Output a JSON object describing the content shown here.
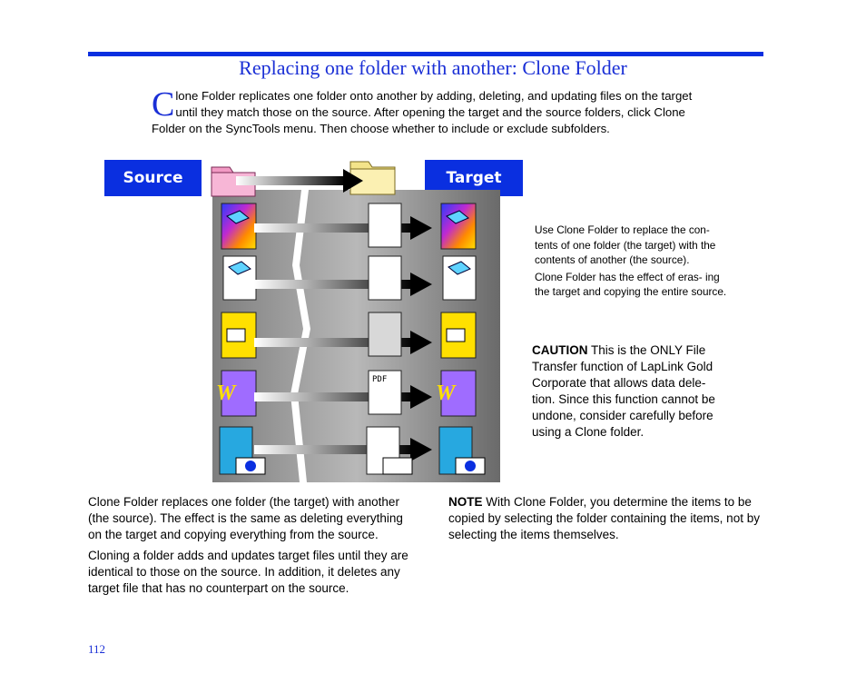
{
  "page": {
    "title": "Replacing one folder with another: Clone Folder",
    "intro_dropcap": "C",
    "intro_text": "lone Folder replicates one folder onto another by adding, deleting, and updating files on the target until they match those on the source. After opening the target and the source folders, click Clone Folder on the SyncTools menu. Then choose whether to include or exclude subfolders.",
    "page_number": "112"
  },
  "diagram": {
    "source_label": "Source",
    "target_label": "Target",
    "pdf_icon_text": "PDF",
    "colors": {
      "label_bg": "#0a2fe0",
      "title": "#1a2fd6",
      "panel": "#9a9a9a"
    }
  },
  "side_notes": {
    "p1": "Use Clone Folder to replace the con- tents of one folder (the target) with the contents of another (the source).",
    "p2": "Clone Folder has the effect of eras- ing the target and copying the entire source."
  },
  "caution": {
    "label": "CAUTION",
    "text": " This is the ONLY File Transfer function of LapLink Gold Corporate that allows data dele- tion. Since this function cannot be undone, consider carefully before using a Clone folder."
  },
  "body": {
    "p1": "Clone Folder replaces one folder (the target) with another (the source). The effect is the same as deleting everything on the target and copying everything from the source.",
    "p2": "Cloning a folder adds and updates target files until they are identical to those on the source. In addition, it deletes any target file that has no counterpart on the source."
  },
  "note": {
    "label": "NOTE",
    "text": " With Clone Folder, you determine the items to be copied by selecting the folder containing the items, not by selecting the items themselves."
  }
}
